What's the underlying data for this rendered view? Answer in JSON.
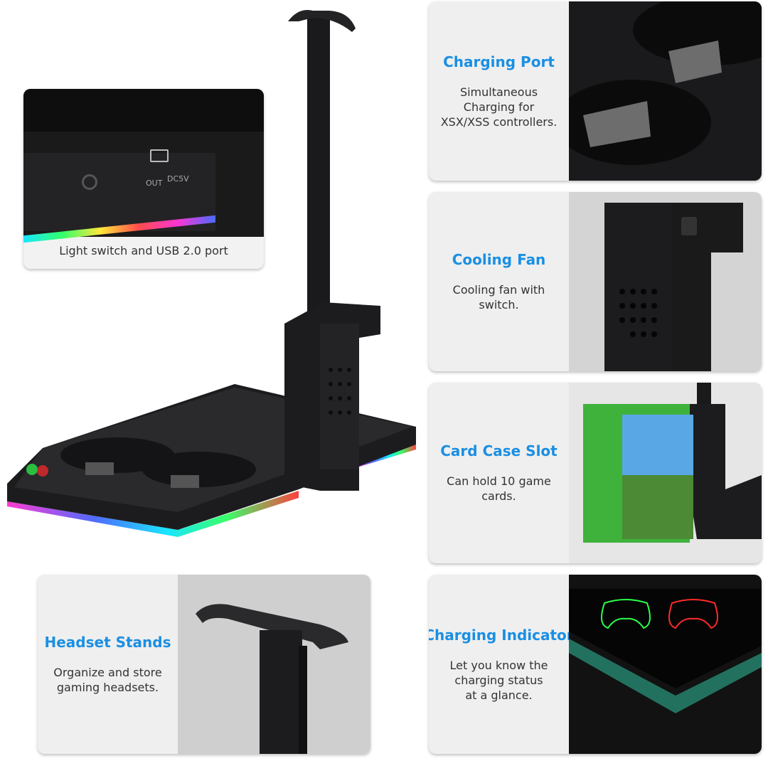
{
  "inset": {
    "caption": "Light switch and USB 2.0 port",
    "port_labels": [
      "OUT",
      "DC5V"
    ]
  },
  "features": [
    {
      "title": "Charging Port",
      "lines": [
        "Simultaneous",
        "Charging for",
        "XSX/XSS controllers."
      ]
    },
    {
      "title": "Cooling Fan",
      "lines": [
        "Cooling fan with",
        "switch."
      ]
    },
    {
      "title": "Card Case Slot",
      "lines": [
        "Can hold 10 game",
        "cards."
      ]
    },
    {
      "title": "Charging Indicator",
      "lines": [
        "Let you know the",
        "charging status",
        "at a glance."
      ]
    }
  ],
  "headset": {
    "title": "Headset Stands",
    "lines": [
      "Organize and store",
      "gaming headsets."
    ]
  },
  "colors": {
    "accent": "#1a8fe3",
    "panel_bg": "#efefef",
    "product": "#1b1b1d",
    "indicator_green": "#2bff4a",
    "indicator_red": "#ff2a2a"
  }
}
